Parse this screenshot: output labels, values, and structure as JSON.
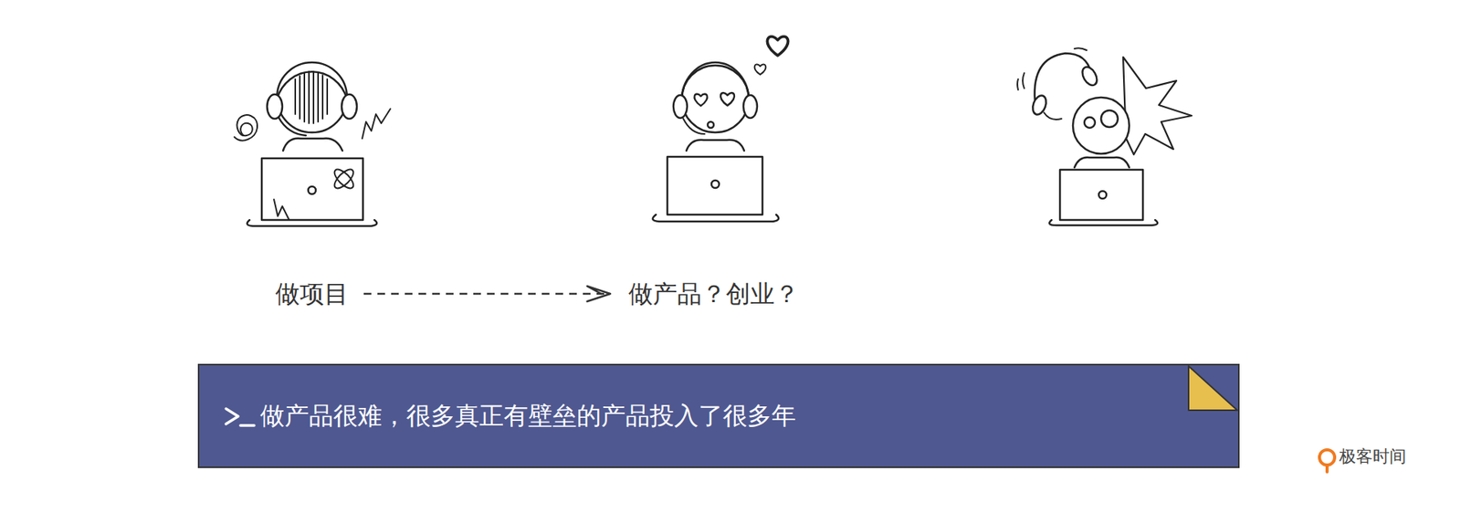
{
  "diagram": {
    "nodes": [
      {
        "text": [
          "做项目"
        ]
      },
      {
        "text": [
          "做产品？创业？"
        ]
      },
      {
        "text": [
          "做产品很难，很多真正有壁垒的产品投入了很多年"
        ]
      }
    ],
    "edges": [
      {
        "from": 0,
        "to": 1,
        "arrow": "to"
      }
    ],
    "labels": [
      "极客时间"
    ]
  }
}
